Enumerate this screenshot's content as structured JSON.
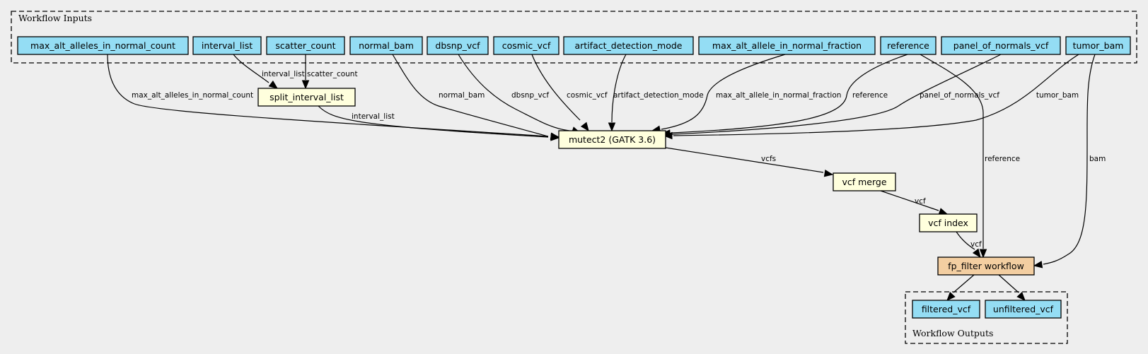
{
  "clusters": {
    "inputs": {
      "label": "Workflow Inputs"
    },
    "outputs": {
      "label": "Workflow Outputs"
    }
  },
  "colors": {
    "input_node": "#94ddf4",
    "step_node": "#ffffdd",
    "subworkflow_node": "#f3cea1",
    "background": "#eeeeee"
  },
  "nodes": {
    "max_alt_alleles_in_normal_count": {
      "label": "max_alt_alleles_in_normal_count"
    },
    "interval_list": {
      "label": "interval_list"
    },
    "scatter_count": {
      "label": "scatter_count"
    },
    "normal_bam": {
      "label": "normal_bam"
    },
    "dbsnp_vcf": {
      "label": "dbsnp_vcf"
    },
    "cosmic_vcf": {
      "label": "cosmic_vcf"
    },
    "artifact_detection_mode": {
      "label": "artifact_detection_mode"
    },
    "max_alt_allele_in_normal_fraction": {
      "label": "max_alt_allele_in_normal_fraction"
    },
    "reference": {
      "label": "reference"
    },
    "panel_of_normals_vcf": {
      "label": "panel_of_normals_vcf"
    },
    "tumor_bam": {
      "label": "tumor_bam"
    },
    "split_interval_list": {
      "label": "split_interval_list"
    },
    "mutect2": {
      "label": "mutect2 (GATK 3.6)"
    },
    "vcf_merge": {
      "label": "vcf merge"
    },
    "vcf_index": {
      "label": "vcf index"
    },
    "fp_filter": {
      "label": "fp_filter workflow"
    },
    "filtered_vcf": {
      "label": "filtered_vcf"
    },
    "unfiltered_vcf": {
      "label": "unfiltered_vcf"
    }
  },
  "edges": [
    {
      "from": "max_alt_alleles_in_normal_count",
      "to": "mutect2",
      "label": "max_alt_alleles_in_normal_count"
    },
    {
      "from": "interval_list",
      "to": "split_interval_list",
      "label": "interval_list"
    },
    {
      "from": "scatter_count",
      "to": "split_interval_list",
      "label": "scatter_count"
    },
    {
      "from": "split_interval_list",
      "to": "mutect2",
      "label": "interval_list"
    },
    {
      "from": "normal_bam",
      "to": "mutect2",
      "label": "normal_bam"
    },
    {
      "from": "dbsnp_vcf",
      "to": "mutect2",
      "label": "dbsnp_vcf"
    },
    {
      "from": "cosmic_vcf",
      "to": "mutect2",
      "label": "cosmic_vcf"
    },
    {
      "from": "artifact_detection_mode",
      "to": "mutect2",
      "label": "artifact_detection_mode"
    },
    {
      "from": "max_alt_allele_in_normal_fraction",
      "to": "mutect2",
      "label": "max_alt_allele_in_normal_fraction"
    },
    {
      "from": "reference",
      "to": "mutect2",
      "label": "reference"
    },
    {
      "from": "panel_of_normals_vcf",
      "to": "mutect2",
      "label": "panel_of_normals_vcf"
    },
    {
      "from": "tumor_bam",
      "to": "mutect2",
      "label": "tumor_bam"
    },
    {
      "from": "mutect2",
      "to": "vcf_merge",
      "label": "vcfs"
    },
    {
      "from": "vcf_merge",
      "to": "vcf_index",
      "label": "vcf"
    },
    {
      "from": "vcf_index",
      "to": "fp_filter",
      "label": "vcf"
    },
    {
      "from": "reference",
      "to": "fp_filter",
      "label": "reference"
    },
    {
      "from": "tumor_bam",
      "to": "fp_filter",
      "label": "bam"
    },
    {
      "from": "fp_filter",
      "to": "filtered_vcf",
      "label": ""
    },
    {
      "from": "fp_filter",
      "to": "unfiltered_vcf",
      "label": ""
    }
  ]
}
